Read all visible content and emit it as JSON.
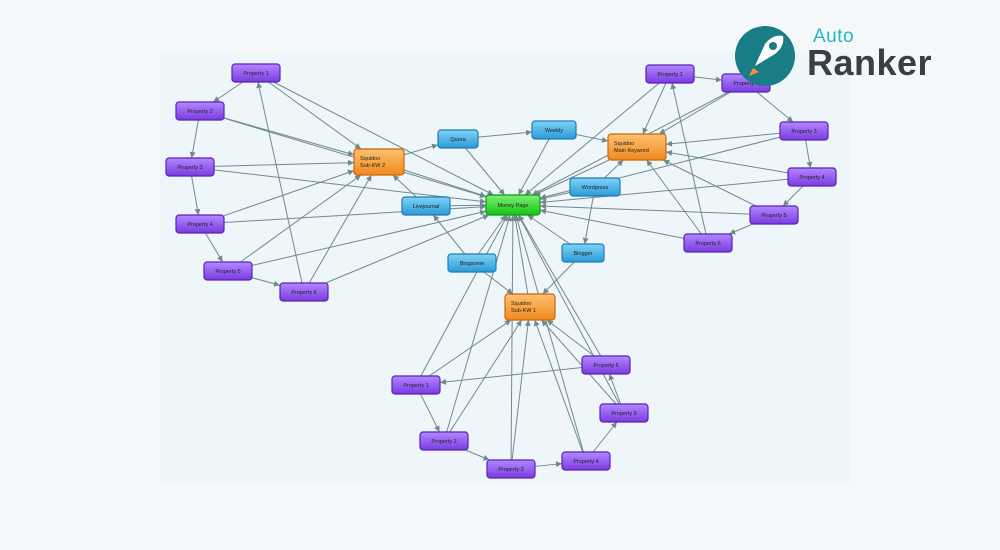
{
  "logo": {
    "word_1": "Auto",
    "word_2": "Ranker",
    "primary_color": "#1a7d86",
    "accent_color": "#27b6c0"
  },
  "diagram": {
    "nodes": [
      {
        "id": "money",
        "type": "money",
        "lines": [
          "Money Page"
        ]
      },
      {
        "id": "sq_main",
        "type": "squidoo",
        "lines": [
          "Squidoo",
          "Main Keyword"
        ]
      },
      {
        "id": "sq2",
        "type": "squidoo",
        "lines": [
          "Squidoo",
          "Sub-KW 2"
        ]
      },
      {
        "id": "sq1",
        "type": "squidoo",
        "lines": [
          "Squidoo",
          "Sub-KW 1"
        ]
      },
      {
        "id": "quora",
        "type": "web2",
        "lines": [
          "Quora"
        ]
      },
      {
        "id": "weebly",
        "type": "web2",
        "lines": [
          "Weebly"
        ]
      },
      {
        "id": "wordpress",
        "type": "web2",
        "lines": [
          "Wordpress"
        ]
      },
      {
        "id": "livejournal",
        "type": "web2",
        "lines": [
          "Livejournal"
        ]
      },
      {
        "id": "blogsome",
        "type": "web2",
        "lines": [
          "Blogsome"
        ]
      },
      {
        "id": "blogger",
        "type": "web2",
        "lines": [
          "Blogger"
        ]
      },
      {
        "id": "L1",
        "type": "property",
        "lines": [
          "Property 1"
        ]
      },
      {
        "id": "L2",
        "type": "property",
        "lines": [
          "Property 2"
        ]
      },
      {
        "id": "L3",
        "type": "property",
        "lines": [
          "Property 3"
        ]
      },
      {
        "id": "L4",
        "type": "property",
        "lines": [
          "Property 4"
        ]
      },
      {
        "id": "L5",
        "type": "property",
        "lines": [
          "Property 5"
        ]
      },
      {
        "id": "L6",
        "type": "property",
        "lines": [
          "Property 6"
        ]
      },
      {
        "id": "R1",
        "type": "property",
        "lines": [
          "Property 1"
        ]
      },
      {
        "id": "R2",
        "type": "property",
        "lines": [
          "Property 2"
        ]
      },
      {
        "id": "R3",
        "type": "property",
        "lines": [
          "Property 3"
        ]
      },
      {
        "id": "R4",
        "type": "property",
        "lines": [
          "Property 4"
        ]
      },
      {
        "id": "R5",
        "type": "property",
        "lines": [
          "Property 5"
        ]
      },
      {
        "id": "R6",
        "type": "property",
        "lines": [
          "Property 6"
        ]
      },
      {
        "id": "B1",
        "type": "property",
        "lines": [
          "Property 1"
        ]
      },
      {
        "id": "B2",
        "type": "property",
        "lines": [
          "Property 2"
        ]
      },
      {
        "id": "B3",
        "type": "property",
        "lines": [
          "Property 3"
        ]
      },
      {
        "id": "B4",
        "type": "property",
        "lines": [
          "Property 4"
        ]
      },
      {
        "id": "B5",
        "type": "property",
        "lines": [
          "Property 5"
        ]
      },
      {
        "id": "B6",
        "type": "property",
        "lines": [
          "Property 6"
        ]
      }
    ],
    "edges": [
      [
        "sq_main",
        "money"
      ],
      [
        "sq2",
        "money"
      ],
      [
        "sq1",
        "money"
      ],
      [
        "quora",
        "money"
      ],
      [
        "weebly",
        "money"
      ],
      [
        "wordpress",
        "money"
      ],
      [
        "livejournal",
        "money"
      ],
      [
        "blogsome",
        "money"
      ],
      [
        "blogger",
        "money"
      ],
      [
        "quora",
        "weebly"
      ],
      [
        "weebly",
        "sq_main"
      ],
      [
        "wordpress",
        "sq_main"
      ],
      [
        "livejournal",
        "sq2"
      ],
      [
        "sq2",
        "quora"
      ],
      [
        "blogsome",
        "sq1"
      ],
      [
        "blogger",
        "sq1"
      ],
      [
        "blogsome",
        "livejournal"
      ],
      [
        "wordpress",
        "blogger"
      ],
      [
        "L1",
        "L2"
      ],
      [
        "L2",
        "L3"
      ],
      [
        "L3",
        "L4"
      ],
      [
        "L4",
        "L5"
      ],
      [
        "L5",
        "L6"
      ],
      [
        "L6",
        "L1"
      ],
      [
        "L1",
        "sq2"
      ],
      [
        "L2",
        "sq2"
      ],
      [
        "L3",
        "sq2"
      ],
      [
        "L4",
        "sq2"
      ],
      [
        "L5",
        "sq2"
      ],
      [
        "L6",
        "sq2"
      ],
      [
        "L1",
        "money"
      ],
      [
        "L2",
        "money"
      ],
      [
        "L3",
        "money"
      ],
      [
        "L4",
        "money"
      ],
      [
        "L5",
        "money"
      ],
      [
        "L6",
        "money"
      ],
      [
        "R1",
        "R2"
      ],
      [
        "R2",
        "R3"
      ],
      [
        "R3",
        "R4"
      ],
      [
        "R4",
        "R5"
      ],
      [
        "R5",
        "R6"
      ],
      [
        "R6",
        "R1"
      ],
      [
        "R1",
        "sq_main"
      ],
      [
        "R2",
        "sq_main"
      ],
      [
        "R3",
        "sq_main"
      ],
      [
        "R4",
        "sq_main"
      ],
      [
        "R5",
        "sq_main"
      ],
      [
        "R6",
        "sq_main"
      ],
      [
        "R1",
        "money"
      ],
      [
        "R2",
        "money"
      ],
      [
        "R3",
        "money"
      ],
      [
        "R4",
        "money"
      ],
      [
        "R5",
        "money"
      ],
      [
        "R6",
        "money"
      ],
      [
        "B1",
        "B2"
      ],
      [
        "B2",
        "B3"
      ],
      [
        "B3",
        "B4"
      ],
      [
        "B4",
        "B5"
      ],
      [
        "B5",
        "B6"
      ],
      [
        "B6",
        "B1"
      ],
      [
        "B1",
        "sq1"
      ],
      [
        "B2",
        "sq1"
      ],
      [
        "B3",
        "sq1"
      ],
      [
        "B4",
        "sq1"
      ],
      [
        "B5",
        "sq1"
      ],
      [
        "B6",
        "sq1"
      ],
      [
        "B1",
        "money"
      ],
      [
        "B2",
        "money"
      ],
      [
        "B3",
        "money"
      ],
      [
        "B4",
        "money"
      ],
      [
        "B5",
        "money"
      ],
      [
        "B6",
        "money"
      ]
    ]
  }
}
